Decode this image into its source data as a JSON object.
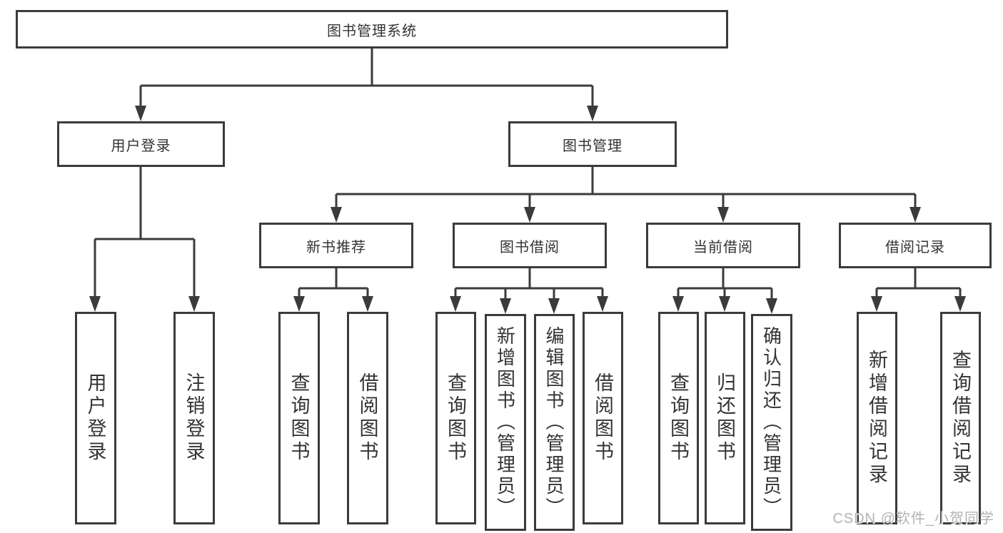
{
  "diagram": {
    "title": "图书管理系统",
    "tree": {
      "root": {
        "label": "图书管理系统"
      },
      "branches": [
        {
          "label": "用户登录",
          "leaves": [
            {
              "label": "用户登录"
            },
            {
              "label": "注销登录"
            }
          ]
        },
        {
          "label": "图书管理",
          "groups": [
            {
              "label": "新书推荐",
              "leaves": [
                {
                  "label": "查询图书"
                },
                {
                  "label": "借阅图书"
                }
              ]
            },
            {
              "label": "图书借阅",
              "leaves": [
                {
                  "label": "查询图书"
                },
                {
                  "label": "新增图书（管理员）"
                },
                {
                  "label": "编辑图书（管理员）"
                },
                {
                  "label": "借阅图书"
                }
              ]
            },
            {
              "label": "当前借阅",
              "leaves": [
                {
                  "label": "查询图书"
                },
                {
                  "label": "归还图书"
                },
                {
                  "label": "确认归还（管理员）"
                }
              ]
            },
            {
              "label": "借阅记录",
              "leaves": [
                {
                  "label": "新增借阅记录"
                },
                {
                  "label": "查询借阅记录"
                }
              ]
            }
          ]
        }
      ]
    },
    "colors": {
      "line": "#3b3b3b",
      "box_border": "#3b3b3b",
      "text": "#333333",
      "background": "#ffffff",
      "watermark": "#b3b3b3"
    }
  },
  "watermark": {
    "text": "CSDN @软件_小贺同学"
  }
}
